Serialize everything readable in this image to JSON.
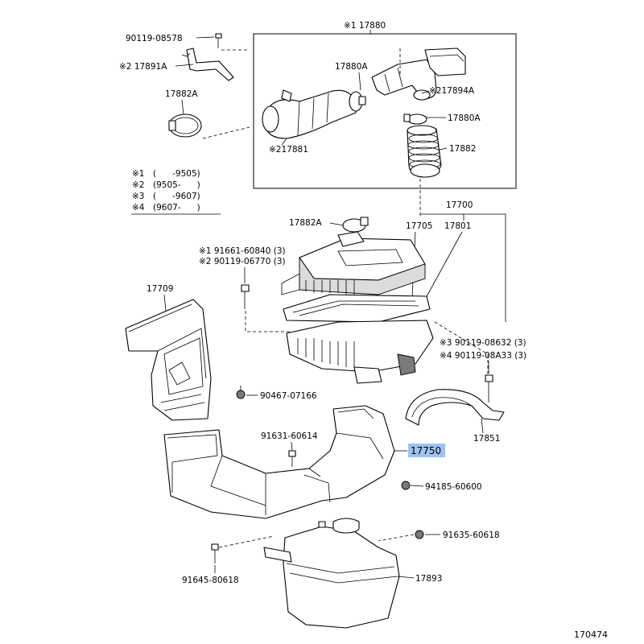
{
  "diagram_number": "170474",
  "highlight_color": "#9ec3f0",
  "notes": [
    {
      "mark": "※1",
      "text": "(      -9505)"
    },
    {
      "mark": "※2",
      "text": "(9505-      )"
    },
    {
      "mark": "※3",
      "text": "(      -9607)"
    },
    {
      "mark": "※4",
      "text": "(9607-      )"
    }
  ],
  "labels": {
    "p90119_08578": "90119-08578",
    "p17880_group": "※1 17880",
    "p17891a": "※2 17891A",
    "p17880a_top": "17880A",
    "p217894a": "※217894A",
    "p17882a_clamp": "17882A",
    "p17880a_right": "17880A",
    "p17882": "17882",
    "p217881": "※217881",
    "p17700": "17700",
    "p17705": "17705",
    "p17801": "17801",
    "p17882a_mid": "17882A",
    "bolt1_a": "※1 91661-60840 (3)",
    "bolt1_b": "※2 90119-06770 (3)",
    "p17709": "17709",
    "bolt2_a": "※3  90119-08632 (3)",
    "bolt2_b": "※4  90119-08A33 (3)",
    "p90467": "90467-07166",
    "p17851": "17851",
    "p91631": "91631-60614",
    "p17750": "17750",
    "p94185": "94185-60600",
    "p91635": "91635-60618",
    "p91645": "91645-80618",
    "p17893": "17893"
  }
}
